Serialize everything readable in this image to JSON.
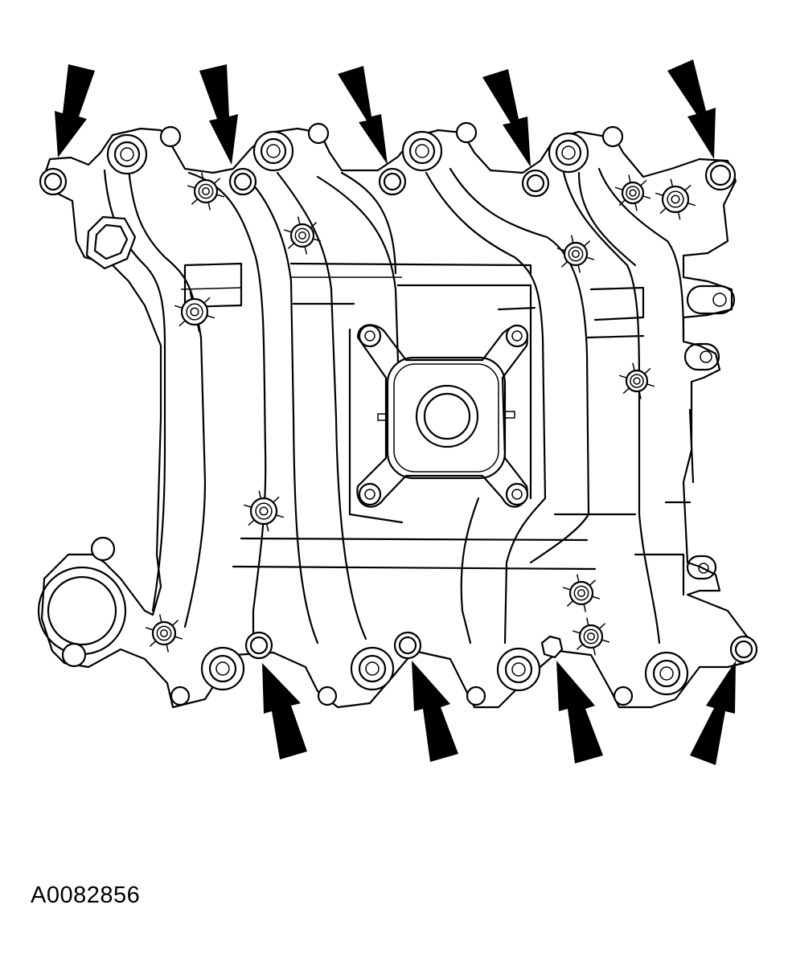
{
  "figure": {
    "id_label": "A0082856",
    "description_hidden": false
  },
  "colors": {
    "line": "#000000",
    "background": "#ffffff"
  },
  "arrows": {
    "count_top": 5,
    "count_bottom": 4
  }
}
